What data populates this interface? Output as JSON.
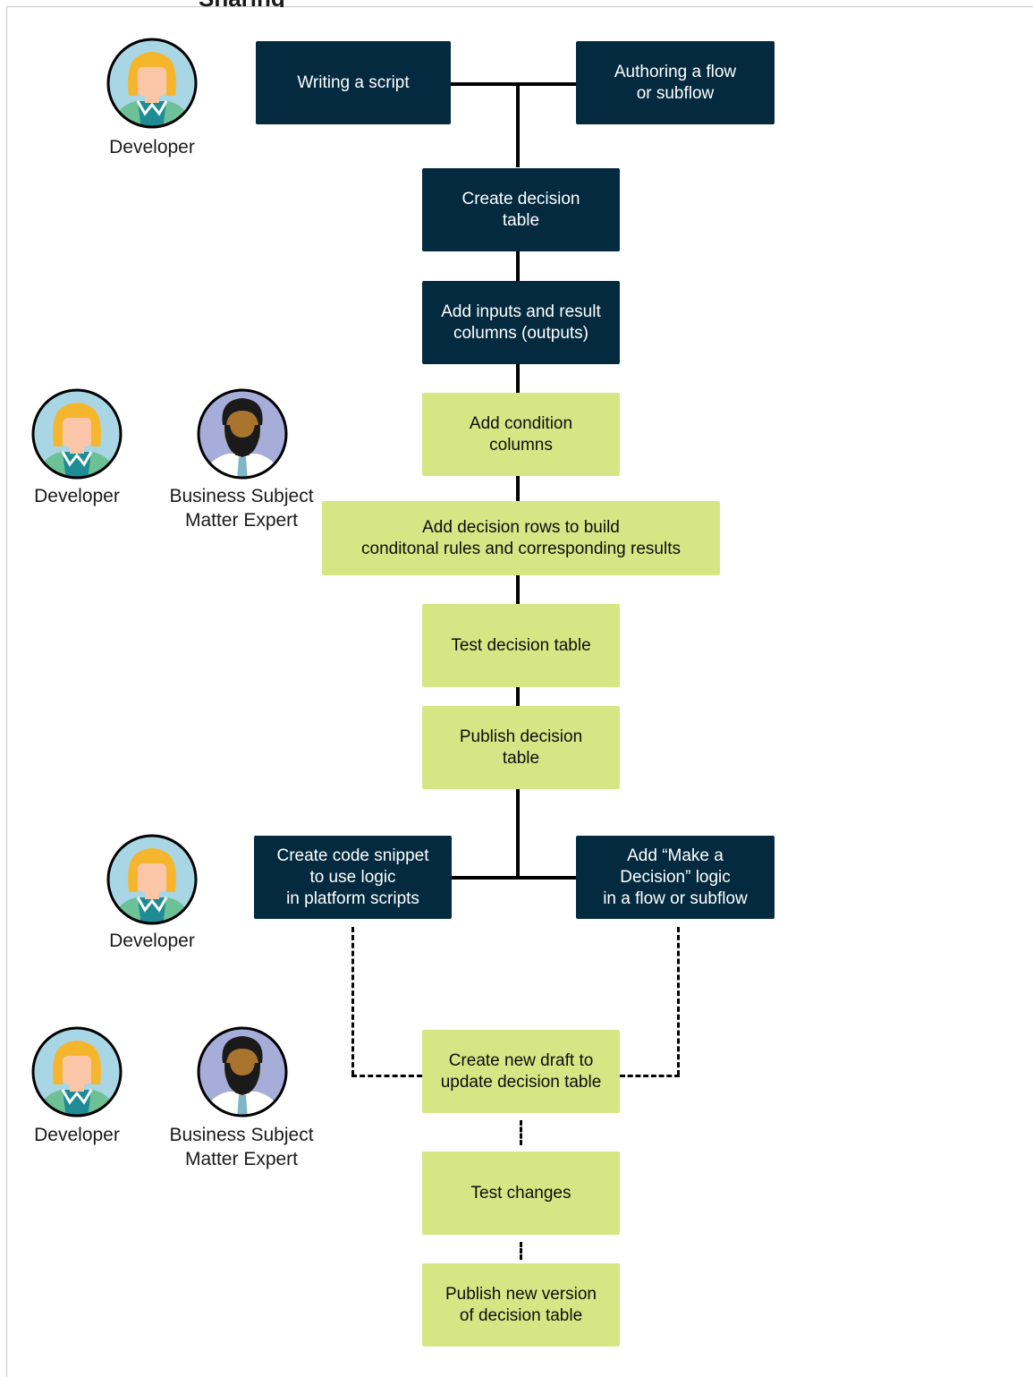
{
  "heading": "Sharing",
  "roles": {
    "developer": "Developer",
    "expert": "Business Subject\nMatter Expert"
  },
  "steps": {
    "writing_script": "Writing a script",
    "authoring_flow": "Authoring a flow\nor subflow",
    "create_table": "Create decision\ntable",
    "add_inputs": "Add inputs and result\ncolumns (outputs)",
    "add_conditions": "Add condition\ncolumns",
    "add_rows": "Add decision rows to build\nconditonal rules and corresponding results",
    "test_table": "Test decision table",
    "publish_table": "Publish decision\ntable",
    "code_snippet": "Create code snippet\nto use logic\nin platform scripts",
    "make_decision": "Add “Make a\nDecision” logic\nin a flow or subflow",
    "new_draft": "Create new draft to\nupdate decision table",
    "test_changes": "Test changes",
    "publish_version": "Publish new version\nof decision table"
  },
  "colors": {
    "developer_step": "#032a3f",
    "shared_step": "#d7e685",
    "avatar_background": "#a9d6e5",
    "expert_background": "#a5add8"
  },
  "icons": {
    "developer": "developer-avatar-icon",
    "expert": "business-expert-avatar-icon"
  }
}
